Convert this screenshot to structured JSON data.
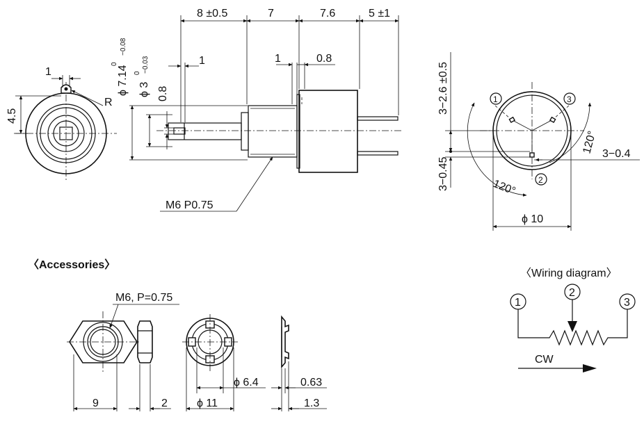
{
  "main_view": {
    "dim_top": [
      "8 ±0.5",
      "7",
      "7.6",
      "5 ±1"
    ],
    "dim_1_left": "1",
    "dim_1_right": "1",
    "dim_0_8_top": "0.8",
    "dia_714": "ϕ 7.14",
    "dia_714_tol_hi": "0",
    "dia_714_tol_lo": "−0.08",
    "dia_3": "ϕ 3",
    "dia_3_tol_hi": "0",
    "dia_3_tol_lo": "−0.03",
    "dim_0_8_left": "0.8",
    "thread_label": "M6 P0.75"
  },
  "end_view": {
    "dim_top": "1",
    "dim_side": "4.5",
    "radius_label": "R"
  },
  "back_view": {
    "dim_26": "3−2.6 ±0.5",
    "dim_045": "3−0.45",
    "dim_04": "3−0.4",
    "dia_10": "ϕ 10",
    "angle_right": "120°",
    "angle_bottom": "120°",
    "pin1": "1",
    "pin2": "2",
    "pin3": "3"
  },
  "accessories": {
    "heading": "〈Accessories〉",
    "nut_thread": "M6, P=0.75",
    "nut_width": "9",
    "nut_thickness": "2",
    "washer_dia": "ϕ 11",
    "washer_inner": "ϕ 6.4",
    "washer_thickness": "0.63",
    "washer_tooth": "1.3"
  },
  "wiring": {
    "heading": "〈Wiring diagram〉",
    "pin1": "1",
    "pin2": "2",
    "pin3": "3",
    "direction": "CW"
  }
}
